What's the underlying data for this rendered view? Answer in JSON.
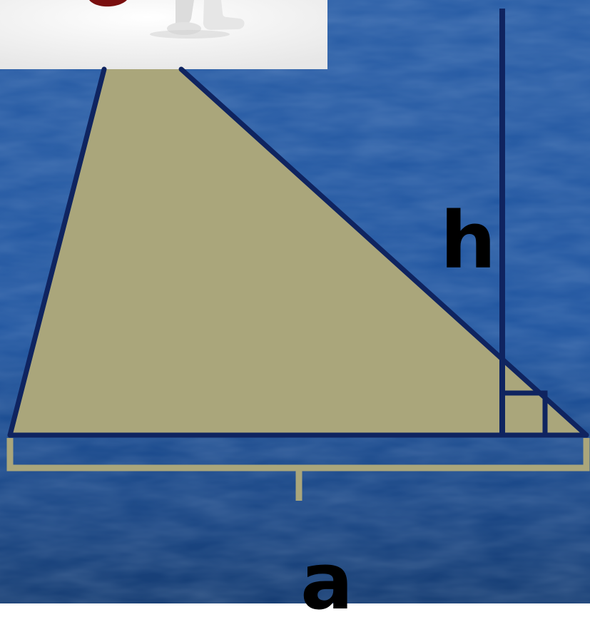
{
  "diagram": {
    "labels": {
      "height": "h",
      "base": "a"
    },
    "colors": {
      "background": "#1f4f94",
      "background_dark": "#183f7a",
      "triangle_fill": "#aaa67b",
      "outline": "#0f2460",
      "brace": "#aaa67b",
      "label_text": "#000000",
      "photo_background": "#f4f4f4"
    }
  },
  "image": {
    "subject": "3d-figure-illustration"
  }
}
